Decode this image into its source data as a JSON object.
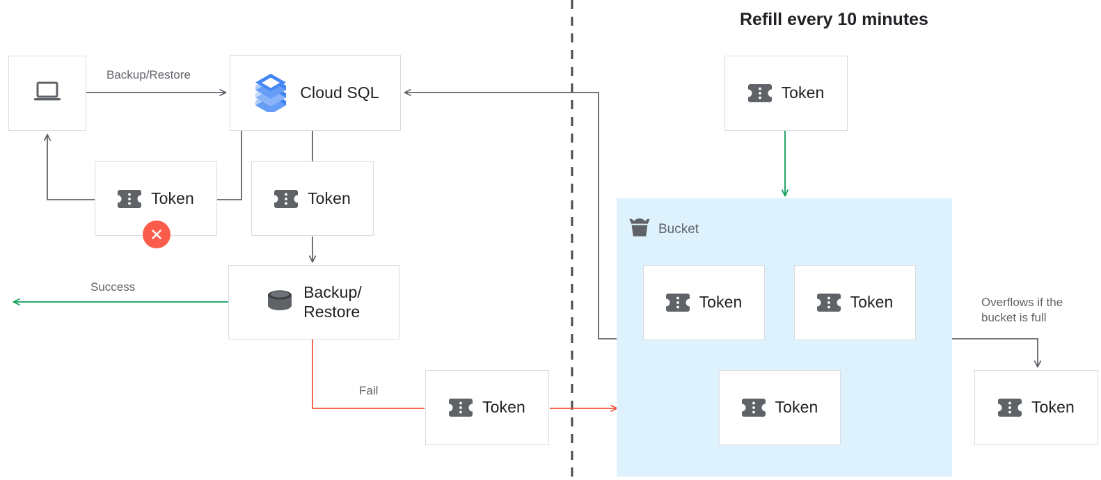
{
  "diagram": {
    "title": "Refill every 10 minutes",
    "colors": {
      "accent_blue_panel": "#ddf2fd",
      "box_border": "#dadce0",
      "arrow_gray": "#5f6368",
      "arrow_green": "#0f9d58",
      "arrow_red": "#f4533c",
      "error_red": "#fa5b4b",
      "icon_gray": "#5f6368",
      "text_primary": "#202124",
      "text_secondary": "#5f6368",
      "cloudsql_blue": "#4285f4",
      "cloudsql_blue_light": "#aecbfa"
    },
    "nodes": {
      "client": {
        "label": "",
        "icon": "laptop-icon"
      },
      "cloud_sql": {
        "label": "Cloud SQL",
        "icon": "cloud-sql-icon"
      },
      "token_failed": {
        "label": "Token",
        "icon": "token-icon",
        "status": "error"
      },
      "token_consumed": {
        "label": "Token",
        "icon": "token-icon"
      },
      "backup_restore": {
        "label": "Backup/\nRestore",
        "line1": "Backup/",
        "line2": "Restore",
        "icon": "database-icon"
      },
      "token_fail_return": {
        "label": "Token",
        "icon": "token-icon"
      },
      "token_refill": {
        "label": "Token",
        "icon": "token-icon"
      },
      "bucket": {
        "label": "Bucket",
        "icon": "bucket-icon"
      },
      "bucket_token_1": {
        "label": "Token",
        "icon": "token-icon"
      },
      "bucket_token_2": {
        "label": "Token",
        "icon": "token-icon"
      },
      "bucket_token_3": {
        "label": "Token",
        "icon": "token-icon"
      },
      "token_overflow": {
        "label": "Token",
        "icon": "token-icon"
      }
    },
    "edge_labels": {
      "backup_restore": "Backup/Restore",
      "success": "Success",
      "fail": "Fail",
      "overflow_line1": "Overflows if the",
      "overflow_line2": "bucket is full"
    }
  }
}
